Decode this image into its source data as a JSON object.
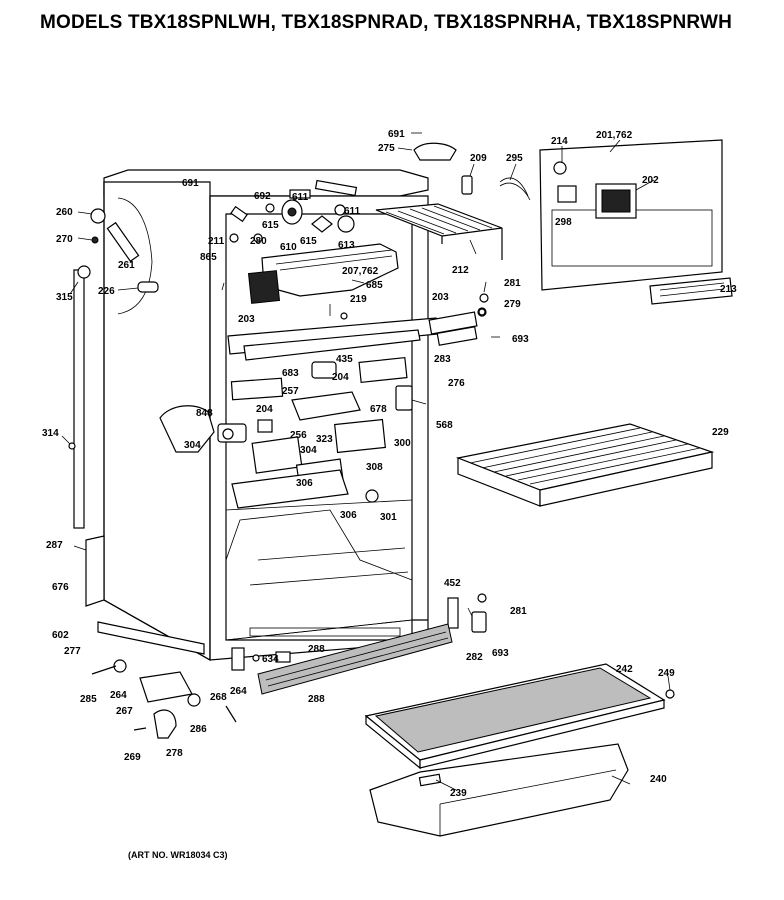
{
  "title": "MODELS TBX18SPNLWH, TBX18SPNRAD, TBX18SPNRHA, TBX18SPNRWH",
  "art_number": "(ART NO. WR18034 C3)",
  "part_labels": {
    "p691a": "691",
    "p275": "275",
    "p209": "209",
    "p295": "295",
    "p214": "214",
    "p201_762": "201,762",
    "p202": "202",
    "p298": "298",
    "p213": "213",
    "p691b": "691",
    "p692": "692",
    "p611a": "611",
    "p611b": "611",
    "p615a": "615",
    "p615b": "615",
    "p610": "610",
    "p613": "613",
    "p211": "211",
    "p280": "280",
    "p865": "865",
    "p260": "260",
    "p270": "270",
    "p261": "261",
    "p315": "315",
    "p226": "226",
    "p207_762": "207,762",
    "p685": "685",
    "p212": "212",
    "p281a": "281",
    "p279": "279",
    "p693a": "693",
    "p203a": "203",
    "p219": "219",
    "p203b": "203",
    "p283": "283",
    "p276": "276",
    "p435": "435",
    "p683": "683",
    "p204a": "204",
    "p257": "257",
    "p204b": "204",
    "p678": "678",
    "p300": "300",
    "p568": "568",
    "p848": "848",
    "p256": "256",
    "p323": "323",
    "p314": "314",
    "p304a": "304",
    "p304b": "304",
    "p308": "308",
    "p306a": "306",
    "p306b": "306",
    "p301": "301",
    "p229": "229",
    "p287": "287",
    "p676": "676",
    "p452": "452",
    "p281b": "281",
    "p602": "602",
    "p277": "277",
    "p634": "634",
    "p288a": "288",
    "p282": "282",
    "p693b": "693",
    "p242": "242",
    "p249": "249",
    "p285": "285",
    "p264a": "264",
    "p267": "267",
    "p264b": "264",
    "p288b": "288",
    "p268": "268",
    "p286": "286",
    "p269": "269",
    "p278": "278",
    "p239": "239",
    "p240": "240"
  }
}
